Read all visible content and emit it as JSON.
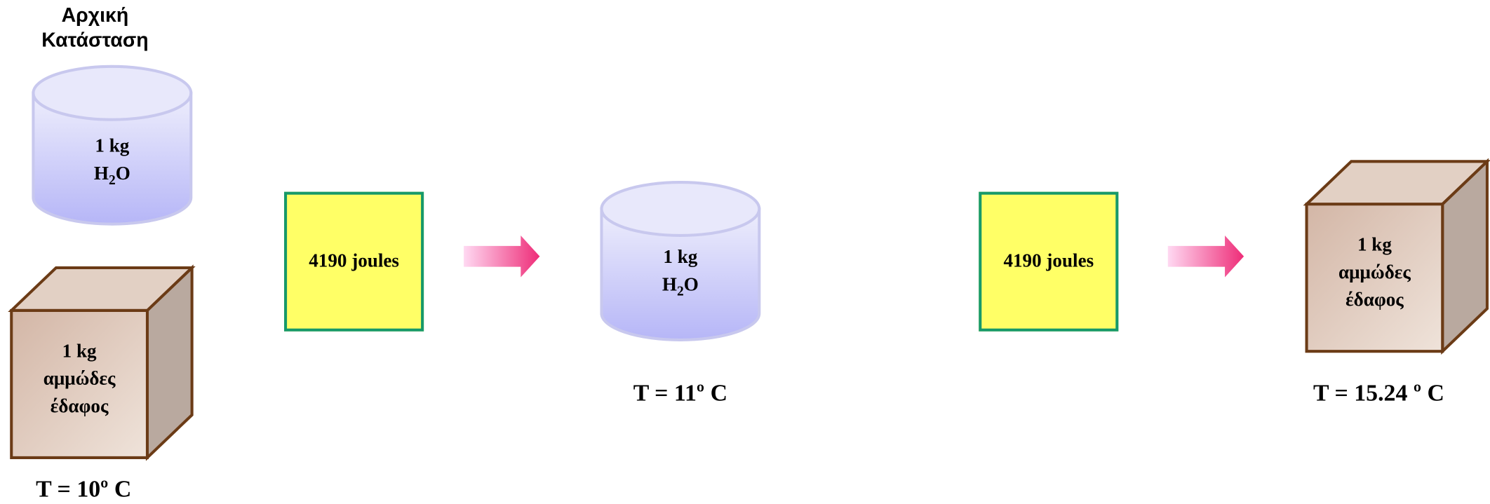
{
  "initial_state": {
    "title_line1": "Αρχική",
    "title_line2": "Κατάσταση"
  },
  "water": {
    "mass": "1 kg",
    "formula_main": "H",
    "formula_sub": "2",
    "formula_end": "O"
  },
  "soil": {
    "mass": "1 kg",
    "line2": "αμμώδες",
    "line3": "έδαφος"
  },
  "initial_temperature": "T = 10º C",
  "energy_input_1": "4190 joules",
  "energy_input_2": "4190 joules",
  "water_final_temperature": "T = 11º C",
  "soil_final_temperature": "T = 15.24 º C",
  "colors": {
    "energy_box_fill": "#ffff66",
    "energy_box_border": "#16996a",
    "cylinder_top": "#e6e6fb",
    "cylinder_bottom": "#b8b8f8",
    "cylinder_outline": "#c8c8ee",
    "cube_front": "#dcc3b6",
    "cube_side": "#b9a99f",
    "cube_top": "#e3d2c6",
    "cube_outline": "#6b3b16",
    "arrow_light": "#ffd2f0",
    "arrow_dark": "#f0307a"
  },
  "icons": {
    "cylinder": "water-cylinder-icon",
    "cube": "soil-cube-icon",
    "arrow": "right-arrow-icon"
  }
}
